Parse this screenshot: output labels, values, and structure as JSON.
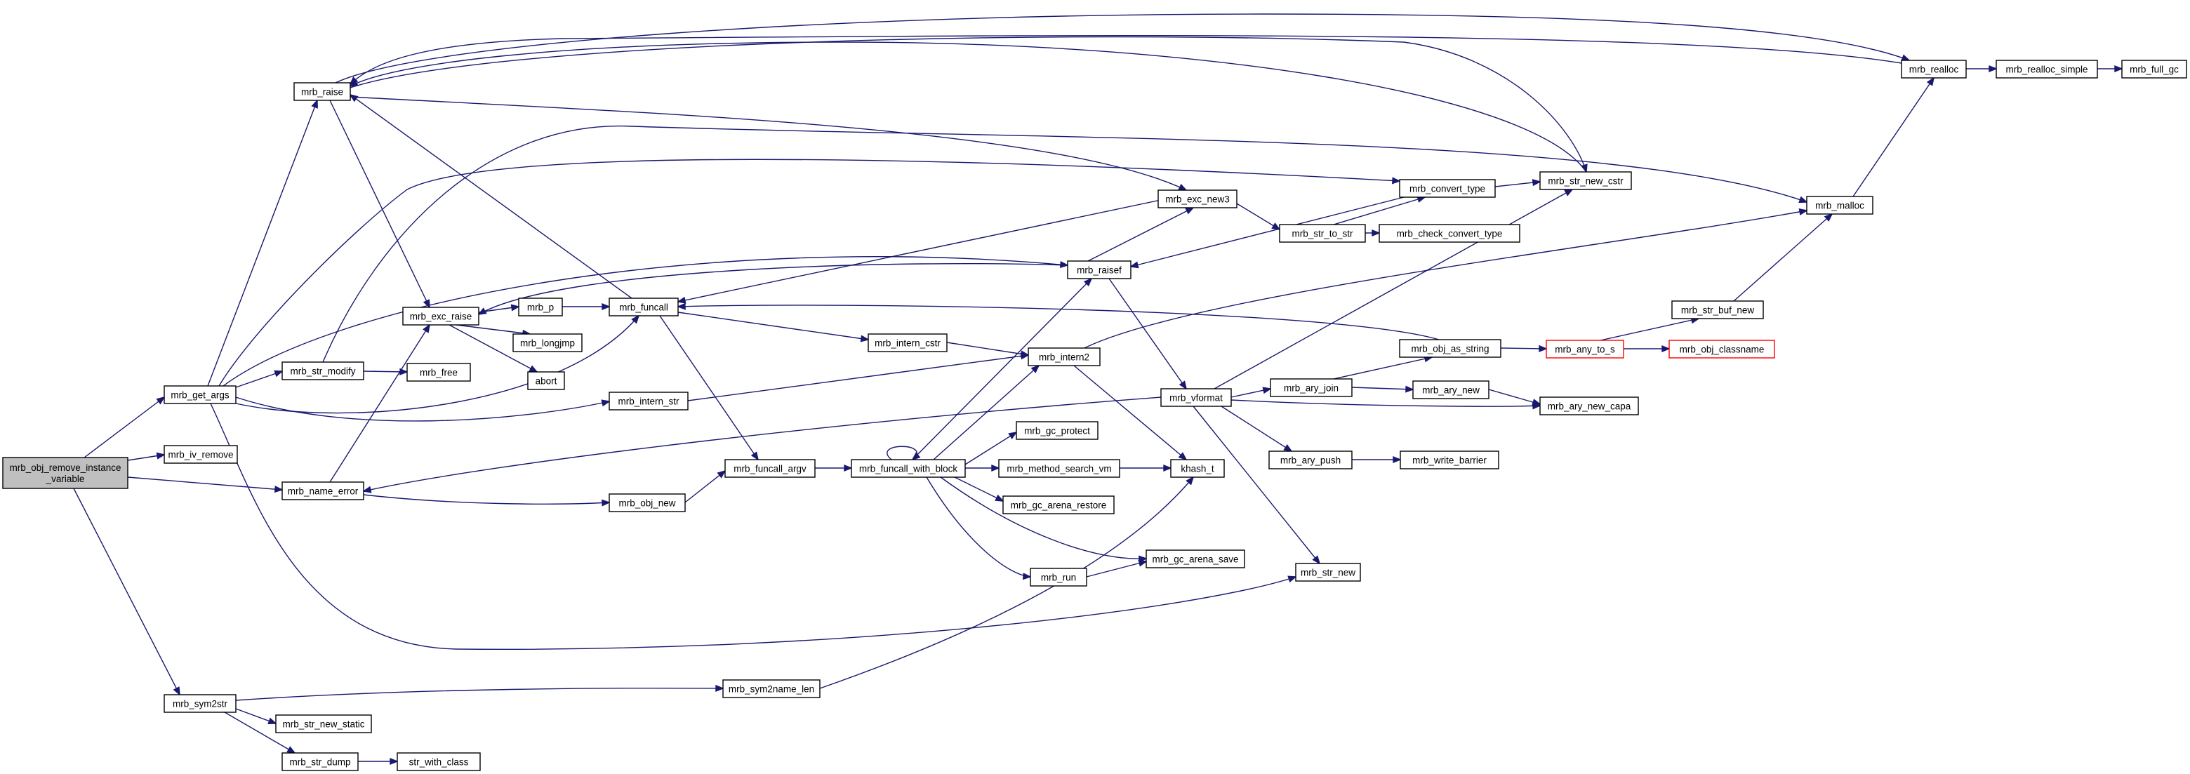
{
  "colors": {
    "edge": "#191970",
    "root_fill": "#bfbfbf",
    "truncated_border": "#ff0000",
    "node_border": "#000000"
  },
  "nodes": {
    "root": [
      "mrb_obj_remove_instance",
      "_variable"
    ],
    "get_args": "mrb_get_args",
    "iv_remove": "mrb_iv_remove",
    "name_error": "mrb_name_error",
    "sym2str": "mrb_sym2str",
    "raise": "mrb_raise",
    "exc_raise": "mrb_exc_raise",
    "str_modify": "mrb_str_modify",
    "p": "mrb_p",
    "longjmp": "mrb_longjmp",
    "abort": "abort",
    "free": "mrb_free",
    "funcall": "mrb_funcall",
    "intern_str": "mrb_intern_str",
    "obj_new": "mrb_obj_new",
    "funcall_argv": "mrb_funcall_argv",
    "funcall_with_block": "mrb_funcall_with_block",
    "intern_cstr": "mrb_intern_cstr",
    "intern2": "mrb_intern2",
    "gc_protect": "mrb_gc_protect",
    "method_search_vm": "mrb_method_search_vm",
    "gc_arena_restore": "mrb_gc_arena_restore",
    "run": "mrb_run",
    "gc_arena_save": "mrb_gc_arena_save",
    "khash_t": "khash_t",
    "exc_new3": "mrb_exc_new3",
    "raisef": "mrb_raisef",
    "str_to_str": "mrb_str_to_str",
    "check_convert_type": "mrb_check_convert_type",
    "convert_type": "mrb_convert_type",
    "str_new_cstr": "mrb_str_new_cstr",
    "vformat": "mrb_vformat",
    "ary_join": "mrb_ary_join",
    "ary_push": "mrb_ary_push",
    "str_new": "mrb_str_new",
    "obj_as_string": "mrb_obj_as_string",
    "ary_new": "mrb_ary_new",
    "ary_new_capa": "mrb_ary_new_capa",
    "write_barrier": "mrb_write_barrier",
    "any_to_s": "mrb_any_to_s",
    "obj_classname": "mrb_obj_classname",
    "str_buf_new": "mrb_str_buf_new",
    "malloc": "mrb_malloc",
    "realloc": "mrb_realloc",
    "realloc_simple": "mrb_realloc_simple",
    "full_gc": "mrb_full_gc",
    "sym2name_len": "mrb_sym2name_len",
    "str_new_static": "mrb_str_new_static",
    "str_dump": "mrb_str_dump",
    "str_with_class": "str_with_class"
  }
}
